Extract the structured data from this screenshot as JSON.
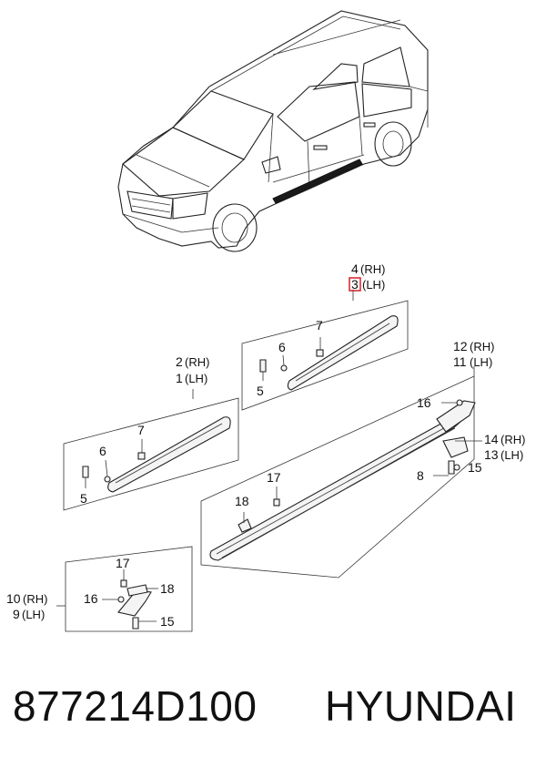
{
  "callouts": {
    "c4": "4",
    "c4_side": "(RH)",
    "c3": "3",
    "c3_side": "(LH)",
    "c2": "2",
    "c2_side": "(RH)",
    "c1": "1",
    "c1_side": "(LH)",
    "c12": "12",
    "c12_side": "(RH)",
    "c11": "11",
    "c11_side": "(LH)",
    "c14": "14",
    "c14_side": "(RH)",
    "c13": "13",
    "c13_side": "(LH)",
    "c10": "10",
    "c10_side": "(RH)",
    "c9": "9",
    "c9_side": "(LH)",
    "n7a": "7",
    "n6a": "6",
    "n5a": "5",
    "n7b": "7",
    "n6b": "6",
    "n5b": "5",
    "n16a": "16",
    "n15a": "15",
    "n8": "8",
    "n17a": "17",
    "n18a": "18",
    "n17b": "17",
    "n18b": "18",
    "n16b": "16",
    "n15b": "15"
  },
  "highlight_color": "#d4202a",
  "caption": {
    "part_number": "877214D100",
    "brand": "HYUNDAI"
  }
}
